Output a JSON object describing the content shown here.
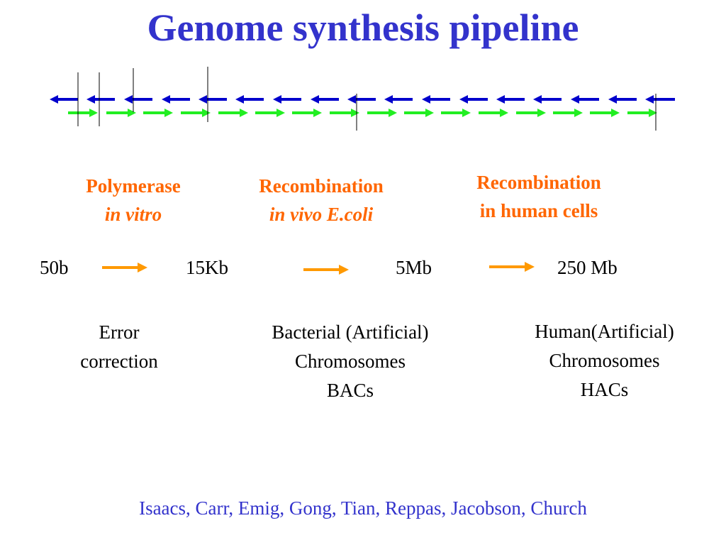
{
  "title": "Genome synthesis pipeline",
  "colors": {
    "title": "#3333cc",
    "stage": "#ff6600",
    "reverse_oligo": "#0000cc",
    "forward_oligo": "#22ee22",
    "size_arrow": "#ff9900",
    "credits": "#3333cc"
  },
  "stages": [
    {
      "line1": "Polymerase",
      "line2": "in vitro"
    },
    {
      "line1": "Recombination",
      "line2": "in vivo E.coli"
    },
    {
      "line1": "Recombination",
      "line2": "in human cells"
    }
  ],
  "sizes": [
    "50b",
    "15Kb",
    "5Mb",
    "250 Mb"
  ],
  "descriptions": [
    {
      "lines": [
        "Error",
        "correction"
      ]
    },
    {
      "lines": [
        "Bacterial (Artificial)",
        "Chromosomes",
        "BACs"
      ]
    },
    {
      "lines": [
        "Human(Artificial)",
        "Chromosomes",
        "HACs"
      ]
    }
  ],
  "credits": "Isaacs, Carr, Emig, Gong, Tian, Reppas, Jacobson, Church"
}
